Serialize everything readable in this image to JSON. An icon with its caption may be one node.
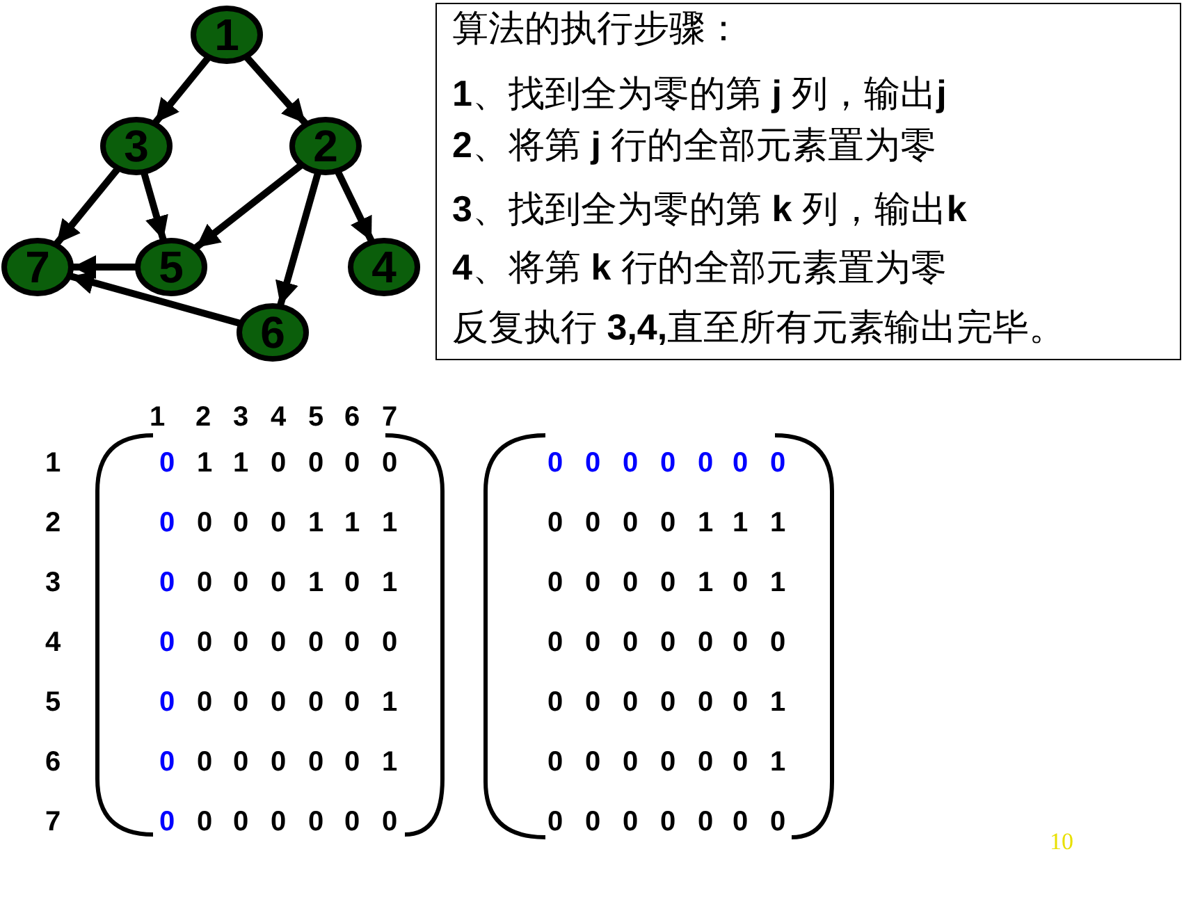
{
  "diagram": {
    "nodes": [
      {
        "text": [
          "1"
        ]
      },
      {
        "text": [
          "3"
        ]
      },
      {
        "text": [
          "2"
        ]
      },
      {
        "text": [
          "7"
        ]
      },
      {
        "text": [
          "5"
        ]
      },
      {
        "text": [
          "4"
        ]
      },
      {
        "text": [
          "6"
        ]
      },
      {
        "text": [
          "算法的执行步骤：",
          "**1**、找到全为零的第 **j** 列，输出**j**",
          "**2**、将第 **j** 行的全部元素置为零",
          "**3**、找到全为零的第 **k** 列，输出**k**",
          "**4**、将第 **k** 行的全部元素置为零",
          "反复执行 **3,4,**直至所有元素输出完毕。"
        ]
      }
    ],
    "edges": [
      {
        "from": 0,
        "to": 1,
        "arrow": "to"
      },
      {
        "from": 0,
        "to": 2,
        "arrow": "to"
      },
      {
        "from": 1,
        "to": 3,
        "arrow": "to"
      },
      {
        "from": 1,
        "to": 4,
        "arrow": "to"
      },
      {
        "from": 2,
        "to": 4,
        "arrow": "to"
      },
      {
        "from": 2,
        "to": 6,
        "arrow": "to"
      },
      {
        "from": 2,
        "to": 5,
        "arrow": "to"
      },
      {
        "from": 4,
        "to": 3,
        "arrow": "to"
      },
      {
        "from": 6,
        "to": 3,
        "arrow": "to"
      }
    ],
    "labels": [
      "1",
      "2",
      "3",
      "4",
      "5",
      "6",
      "7",
      "1",
      "0",
      "1",
      "1",
      "0",
      "0",
      "0",
      "0",
      "0",
      "0",
      "0",
      "0",
      "0",
      "0",
      "0",
      "2",
      "0",
      "0",
      "0",
      "0",
      "1",
      "1",
      "1",
      "0",
      "0",
      "0",
      "0",
      "1",
      "1",
      "1",
      "3",
      "0",
      "0",
      "0",
      "0",
      "1",
      "0",
      "1",
      "0",
      "0",
      "0",
      "0",
      "1",
      "0",
      "1",
      "4",
      "0",
      "0",
      "0",
      "0",
      "0",
      "0",
      "0",
      "0",
      "0",
      "0",
      "0",
      "0",
      "0",
      "0",
      "5",
      "0",
      "0",
      "0",
      "0",
      "0",
      "0",
      "1",
      "0",
      "0",
      "0",
      "0",
      "0",
      "0",
      "1",
      "6",
      "0",
      "0",
      "0",
      "0",
      "0",
      "0",
      "1",
      "0",
      "0",
      "0",
      "0",
      "0",
      "0",
      "1",
      "7",
      "0",
      "0",
      "0",
      "0",
      "0",
      "0",
      "0",
      "0",
      "0",
      "0",
      "0",
      "0",
      "0",
      "0",
      "10"
    ]
  }
}
